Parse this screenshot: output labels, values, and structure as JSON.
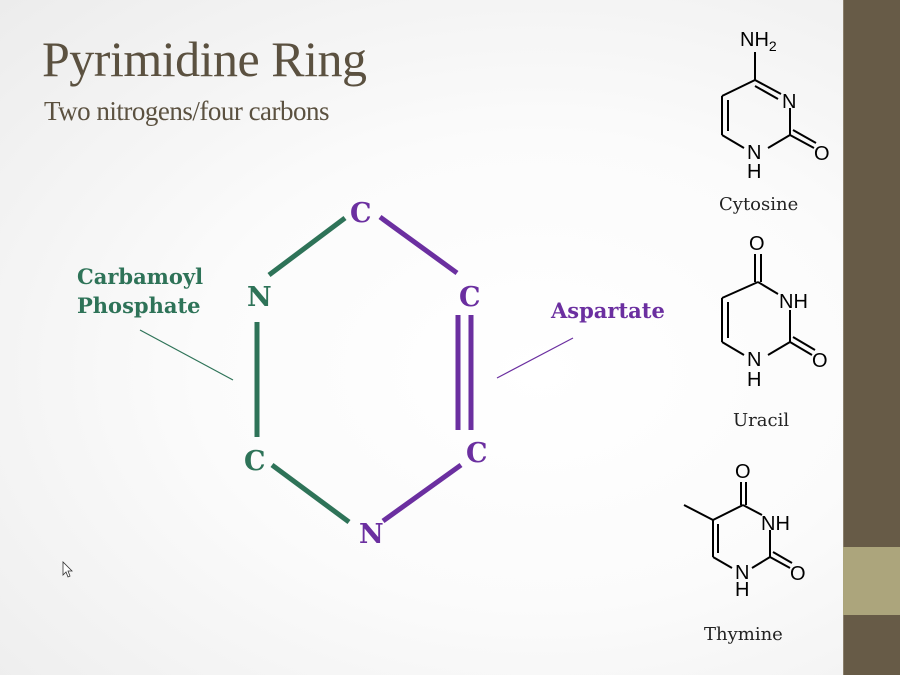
{
  "slide": {
    "title": "Pyrimidine Ring",
    "subtitle": "Two nitrogens/four carbons"
  },
  "ring": {
    "atoms": [
      "C",
      "N",
      "C",
      "C",
      "C",
      "N"
    ],
    "left_label_line1": "Carbamoyl",
    "left_label_line2": "Phosphate",
    "right_label": "Aspartate"
  },
  "molecules": {
    "cytosine": {
      "name": "Cytosine",
      "nh2": "NH",
      "sub2": "2",
      "n": "N",
      "o": "O",
      "nh_n": "N",
      "nh_h": "H"
    },
    "uracil": {
      "name": "Uracil",
      "o_top": "O",
      "nh": "NH",
      "o": "O",
      "nh_n": "N",
      "nh_h": "H"
    },
    "thymine": {
      "name": "Thymine",
      "o_top": "O",
      "nh": "NH",
      "o": "O",
      "nh_n": "N",
      "nh_h": "H"
    }
  },
  "colors": {
    "green": "#2e7358",
    "purple": "#6b2fa0",
    "sidebar": "#675b47",
    "accent": "#aca57c"
  }
}
